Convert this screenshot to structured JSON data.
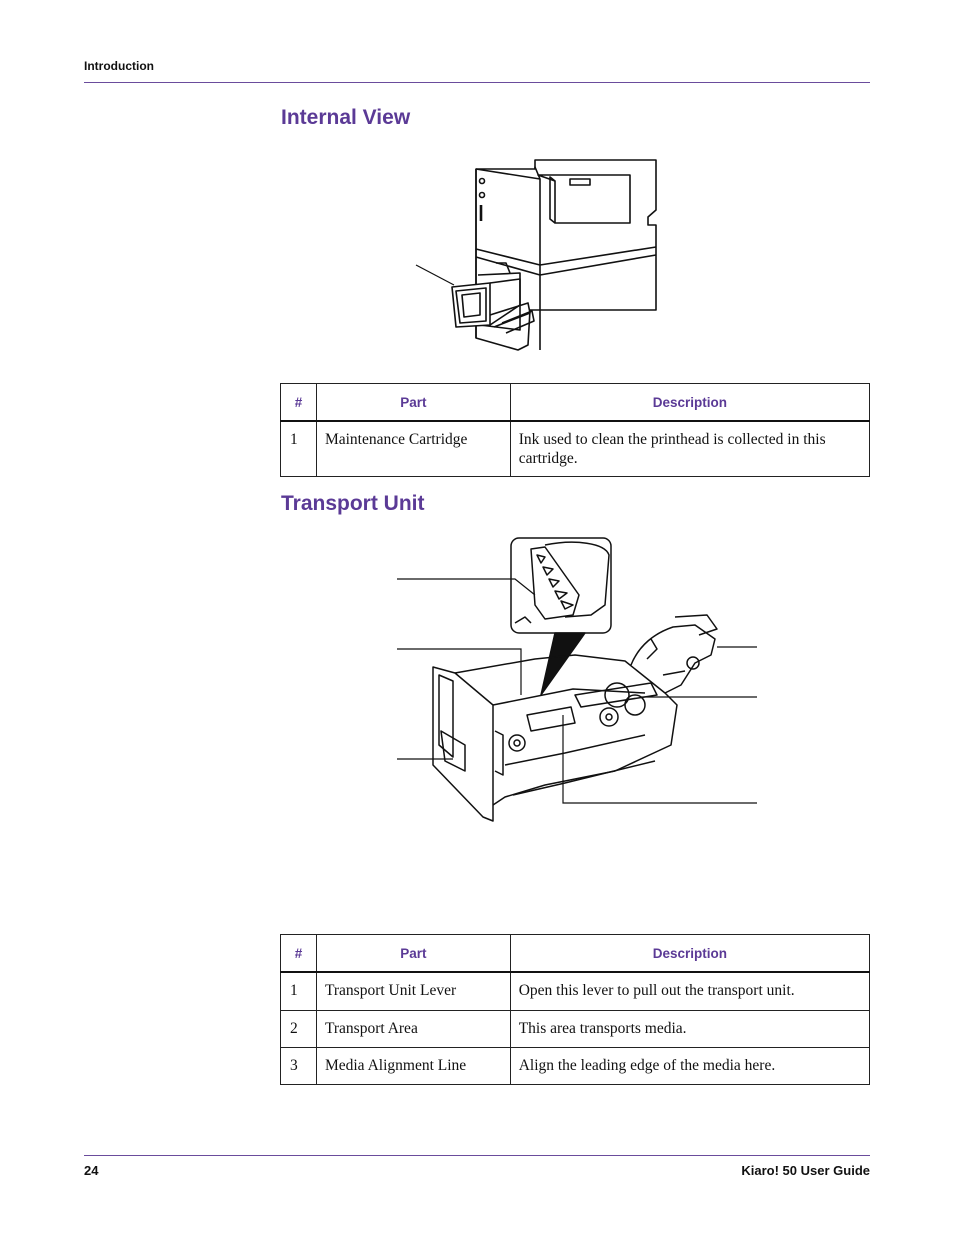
{
  "header": {
    "section": "Introduction"
  },
  "internal_view": {
    "title": "Internal View",
    "table": {
      "headers": [
        "#",
        "Part",
        "Description"
      ],
      "rows": [
        {
          "num": "1",
          "part": "Maintenance Cartridge",
          "description": "Ink used to clean the printhead is collected in this cartridge."
        }
      ]
    }
  },
  "transport_unit": {
    "title": "Transport Unit",
    "table": {
      "headers": [
        "#",
        "Part",
        "Description"
      ],
      "rows": [
        {
          "num": "1",
          "part": "Transport Unit Lever",
          "description": "Open this lever to pull out the transport unit."
        },
        {
          "num": "2",
          "part": "Transport Area",
          "description": "This area transports media."
        },
        {
          "num": "3",
          "part": "Media Alignment Line",
          "description": "Align the leading edge of the media here."
        }
      ]
    }
  },
  "footer": {
    "page_number": "24",
    "guide_title": "Kiaro! 50 User Guide"
  },
  "colors": {
    "accent": "#5b3a96",
    "rule": "#6a4c9c"
  },
  "figures": {
    "internal_view_figure": "printer-with-maintenance-cartridge-illustration",
    "transport_unit_figure": "transport-unit-illustration"
  }
}
